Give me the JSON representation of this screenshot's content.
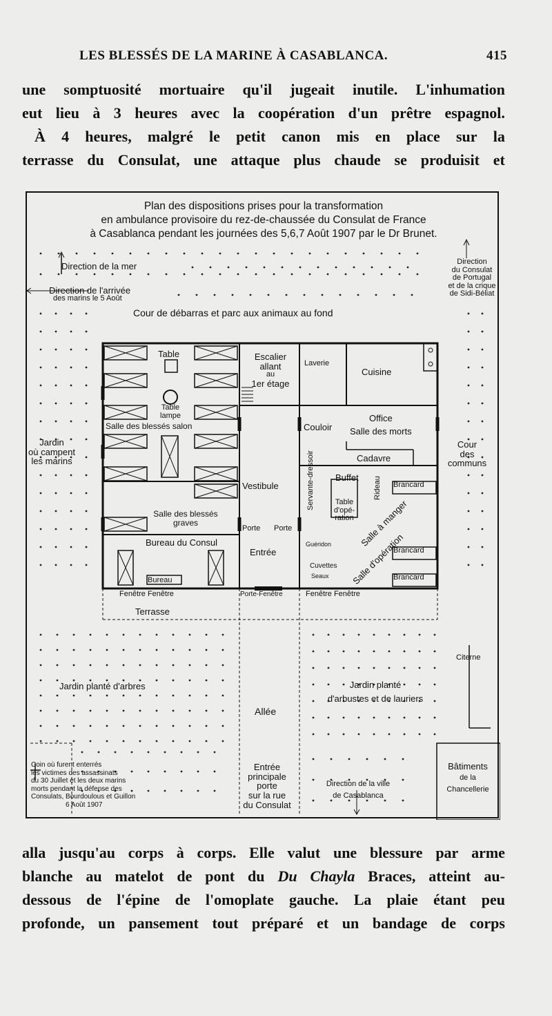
{
  "header": {
    "running_title": "LES BLESSÉS DE LA MARINE À CASABLANCA.",
    "page_number": "415"
  },
  "text_before": [
    "une somptuosité mortuaire qu'il jugeait inutile. L'inhumation",
    "eut lieu à 3 heures avec la coopération d'un prêtre espagnol.",
    "À 4 heures, malgré le petit canon mis en place sur la",
    "terrasse du Consulat, une attaque plus chaude se produisit et"
  ],
  "figure": {
    "title": [
      "Plan des dispositions prises pour la transformation",
      "en ambulance provisoire du rez-de-chaussée du Consulat de France",
      "à Casablanca pendant les journées des 5,6,7 Août 1907 par le Dr Brunet."
    ],
    "labels": {
      "direction_mer": "Direction de la mer",
      "direction_arrivee_1": "Direction de l'arrivée",
      "direction_arrivee_2": "des marins le 5 Août",
      "direction_portugal": [
        "Direction",
        "du Consulat",
        "de Portugal",
        "et de la crique",
        "de Sidi-Béliat"
      ],
      "cour_debarras": "Cour de débarras et parc aux animaux au fond",
      "table": "Table",
      "table_lampe": [
        "Table",
        "lampe"
      ],
      "salle_blesses_salon": "Salle des blessés   salon",
      "escalier": [
        "Escalier",
        "allant",
        "au",
        "1er étage"
      ],
      "laverie": "Laverie",
      "cuisine": "Cuisine",
      "office": "Office",
      "salle_morts": "Salle des morts",
      "couloir": "Couloir",
      "cadavre": "Cadavre",
      "jardin_marins": [
        "Jardin",
        "où campent",
        "les marins"
      ],
      "cour_communs": [
        "Cour",
        "des",
        "communs"
      ],
      "vestibule": "Vestibule",
      "buffet": "Buffet",
      "servante_dressoir": "Servante-dressoir",
      "rideau": "Rideau",
      "table_operation": [
        "Table",
        "d'opé-",
        "ration"
      ],
      "salle_manger": "Salle à manger",
      "salle_operation": "Salle d'opération",
      "brancard": "Brancard",
      "salle_graves": [
        "Salle des blessés",
        "graves"
      ],
      "bureau_consul": "Bureau du Consul",
      "porte_left": "Porte",
      "porte_right": "Porte",
      "entree": "Entrée",
      "gueridon": "Guéridon",
      "cuvettes": "Cuvettes",
      "seaux": "Seaux",
      "bureau": "Bureau",
      "fenetre_1": "Fenêtre  Fenêtre",
      "porte_fenetre": "Porte-Fenêtre",
      "fenetre_2": "Fenêtre  Fenêtre",
      "terrasse": "Terrasse",
      "citerne": "Citerne",
      "jardin_arbres": "Jardin planté d'arbres",
      "jardin_arbustes": [
        "Jardin planté",
        "d'arbustes et de lauriers"
      ],
      "allee": "Allée",
      "coin_enterres": [
        "Coin où furent enterrés",
        "les victimes des assassinats",
        "du 30 Juillet et les deux marins",
        "morts pendant la défense des",
        "Consulats, Bourdoulous et Guillon",
        "6 Août 1907"
      ],
      "entree_principale": [
        "Entrée",
        "principale",
        "porte",
        "sur la rue",
        "du Consulat"
      ],
      "direction_ville": [
        "Direction de la ville",
        "de Casablanca"
      ],
      "batiments": [
        "Bâtiments",
        "de la",
        "Chancellerie"
      ]
    }
  },
  "text_after": [
    "alla jusqu'au corps à corps. Elle valut une blessure par arme",
    "blanche au matelot de pont du Du Chayla Braces, atteint au-",
    "dessous de l'épine de l'omoplate gauche. La plaie étant peu",
    "profonde, un pansement tout préparé et un bandage de corps"
  ]
}
